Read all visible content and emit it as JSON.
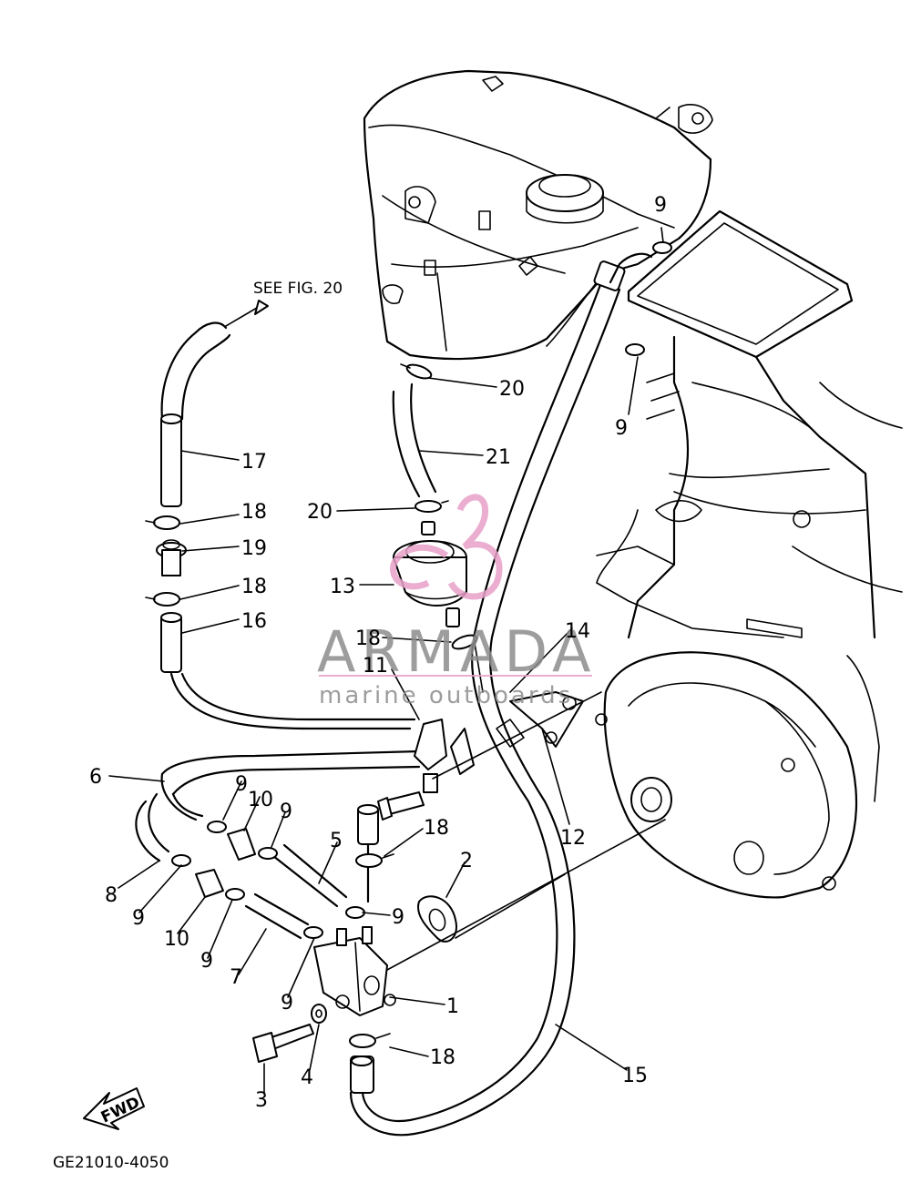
{
  "reference_note": "SEE FIG. 20",
  "fwd_label": "FWD",
  "figure_code": "GE21010-4050",
  "watermark": {
    "brand": "ARMADA",
    "tagline": "marine outboards",
    "logo_color": "#e8a0c8",
    "text_color": "#8c8c8c"
  },
  "callouts": {
    "c1": "1",
    "c2": "2",
    "c3": "3",
    "c4": "4",
    "c5": "5",
    "c6": "6",
    "c7": "7",
    "c8": "8",
    "c9a": "9",
    "c9b": "9",
    "c9c": "9",
    "c9d": "9",
    "c9e": "9",
    "c9f": "9",
    "c9g": "9",
    "c9h": "9",
    "c10a": "10",
    "c10b": "10",
    "c11": "11",
    "c12": "12",
    "c13": "13",
    "c14": "14",
    "c15": "15",
    "c16": "16",
    "c17": "17",
    "c18a": "18",
    "c18b": "18",
    "c18c": "18",
    "c18d": "18",
    "c18e": "18",
    "c19": "19",
    "c20a": "20",
    "c20b": "20",
    "c21": "21"
  }
}
